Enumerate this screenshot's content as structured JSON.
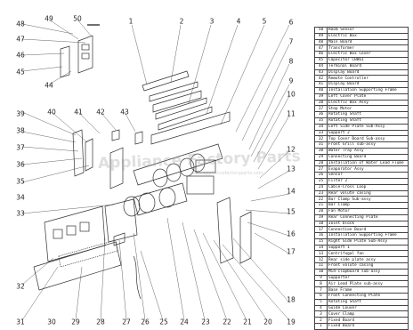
{
  "watermark": {
    "main": "Appliance Factory Parts",
    "sub": "www.appliancefactoryparts.com"
  },
  "callouts": [
    "1",
    "2",
    "3",
    "4",
    "5",
    "6",
    "7",
    "8",
    "9",
    "10",
    "11",
    "12",
    "13",
    "14",
    "15",
    "16",
    "17",
    "18",
    "19",
    "20",
    "21",
    "22",
    "23",
    "24",
    "25",
    "26",
    "27",
    "28",
    "29",
    "30",
    "31",
    "32",
    "33",
    "34",
    "35",
    "36",
    "37",
    "38",
    "39",
    "40",
    "41",
    "42",
    "43",
    "44",
    "45",
    "46",
    "47",
    "48",
    "49",
    "50"
  ],
  "legend": [
    {
      "no": "50",
      "name": "Room Sensor"
    },
    {
      "no": "49",
      "name": "Electric Box"
    },
    {
      "no": "48",
      "name": "Main Board"
    },
    {
      "no": "47",
      "name": "Transformer"
    },
    {
      "no": "46",
      "name": "Electric Box Cover"
    },
    {
      "no": "45",
      "name": "Capacitor CBB61"
    },
    {
      "no": "44",
      "name": "Terminal Board"
    },
    {
      "no": "43",
      "name": "Display Board"
    },
    {
      "no": "42",
      "name": "Remote Controller"
    },
    {
      "no": "41",
      "name": "Display Board"
    },
    {
      "no": "40",
      "name": "Installation Supporting Frame"
    },
    {
      "no": "39",
      "name": "Left Cover Plate"
    },
    {
      "no": "38",
      "name": "Electric Box Assy"
    },
    {
      "no": "37",
      "name": "Step Motor"
    },
    {
      "no": "36",
      "name": "Rotating Shaft"
    },
    {
      "no": "35",
      "name": "Rotating Shaft"
    },
    {
      "no": "34",
      "name": "Left Side Plate Sub-Assy"
    },
    {
      "no": "33",
      "name": "Support 2"
    },
    {
      "no": "32",
      "name": "Top Cover Board Sub-assy"
    },
    {
      "no": "31",
      "name": "Front Grill sub-assy"
    },
    {
      "no": "30",
      "name": "Water Tray Assy"
    },
    {
      "no": "29",
      "name": "Connecting Board"
    },
    {
      "no": "28",
      "name": "Installation of Water Lead Flume"
    },
    {
      "no": "27",
      "name": "Evaporator Assy"
    },
    {
      "no": "26",
      "name": "Sensor"
    },
    {
      "no": "25",
      "name": "Filter 2"
    },
    {
      "no": "24",
      "name": "Cable-Cross Loop"
    },
    {
      "no": "23",
      "name": "Rear volute casing"
    },
    {
      "no": "22",
      "name": "Bar Clamp Sub-assy"
    },
    {
      "no": "21",
      "name": "Bar Clamp"
    },
    {
      "no": "20",
      "name": "Fan Motor"
    },
    {
      "no": "19",
      "name": "Rear Connecting Plate"
    },
    {
      "no": "18",
      "name": "Joint block"
    },
    {
      "no": "17",
      "name": "Connection Board"
    },
    {
      "no": "16",
      "name": "Installation Supporting Frame"
    },
    {
      "no": "15",
      "name": "Right Side Plate Sub-Assy"
    },
    {
      "no": "14",
      "name": "Support 1"
    },
    {
      "no": "13",
      "name": "Centrifugal fan"
    },
    {
      "no": "12",
      "name": "Rear side plate assy"
    },
    {
      "no": "11",
      "name": "Front volute casing"
    },
    {
      "no": "10",
      "name": "Mid-clapboard sub-assy"
    },
    {
      "no": "9",
      "name": "Supporter"
    },
    {
      "no": "8",
      "name": "Air Lead Plate sub-assy"
    },
    {
      "no": "7",
      "name": "Base Frame"
    },
    {
      "no": "6",
      "name": "Front Connecting Plate"
    },
    {
      "no": "5",
      "name": "Rotating Shaft"
    },
    {
      "no": "4",
      "name": "Guide Louver"
    },
    {
      "no": "3",
      "name": "Cover Clamp"
    },
    {
      "no": "2",
      "name": "Fixed Board"
    },
    {
      "no": "1",
      "name": "Fixed Board"
    }
  ]
}
